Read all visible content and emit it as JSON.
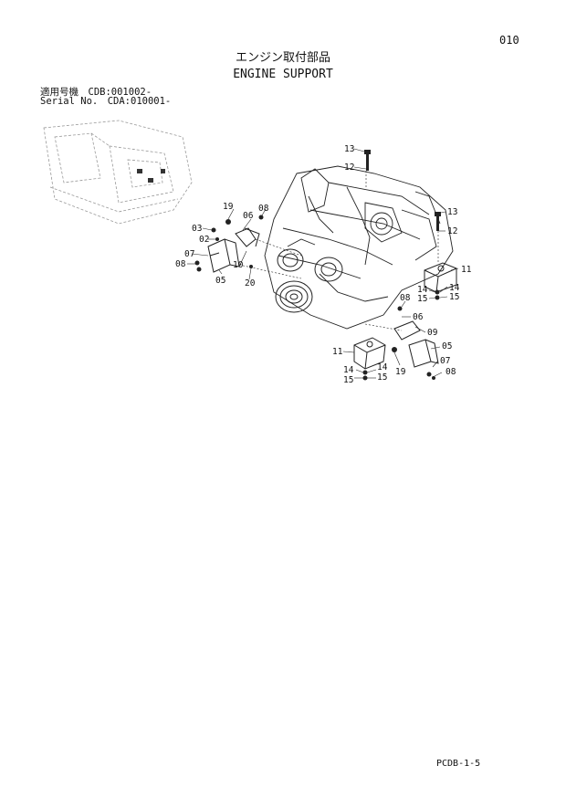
{
  "page_number": "010",
  "title_jp": "エンジン取付部品",
  "title_en": "ENGINE SUPPORT",
  "serial_lines": [
    "適用号機　CDB:001002-",
    "Serial No.　CDA:010001-"
  ],
  "footer_code": "PCDB-1-5",
  "callouts": [
    "13",
    "12",
    "13",
    "12",
    "11",
    "14",
    "14",
    "15",
    "15",
    "19",
    "06",
    "08",
    "03",
    "02",
    "07",
    "08",
    "10",
    "05",
    "20",
    "08",
    "06",
    "09",
    "11",
    "05",
    "07",
    "14",
    "14",
    "15",
    "15",
    "19",
    "08"
  ]
}
